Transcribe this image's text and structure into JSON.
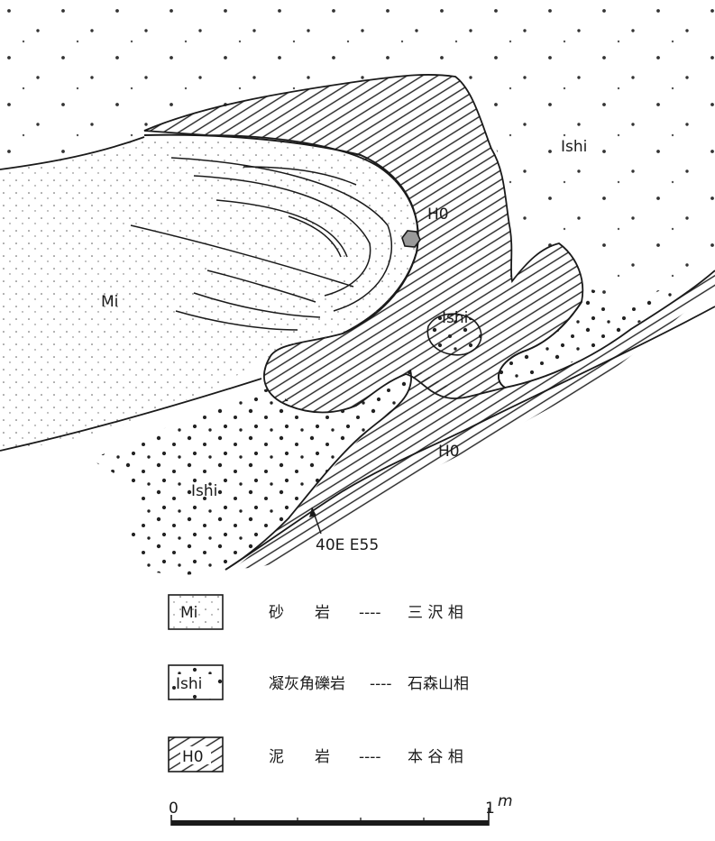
{
  "map_labels": {
    "mi": "Mi",
    "ishi_upper": "Ishi",
    "ishi_middle": "Ishi",
    "ishi_lower": "Ishi",
    "ho_upper": "H0",
    "ho_lower": "H0",
    "strike_dip": "40E E55"
  },
  "legend": [
    {
      "code": "Mi",
      "rock": "砂　　岩",
      "formation": "三 沢 相"
    },
    {
      "code": "Ishi",
      "rock": "凝灰角礫岩",
      "formation": "石森山相"
    },
    {
      "code": "H0",
      "rock": "泥　　岩",
      "formation": "本 谷 相"
    }
  ],
  "legend_dash": "----",
  "scale": {
    "start": "0",
    "end": "1",
    "unit": "m"
  }
}
